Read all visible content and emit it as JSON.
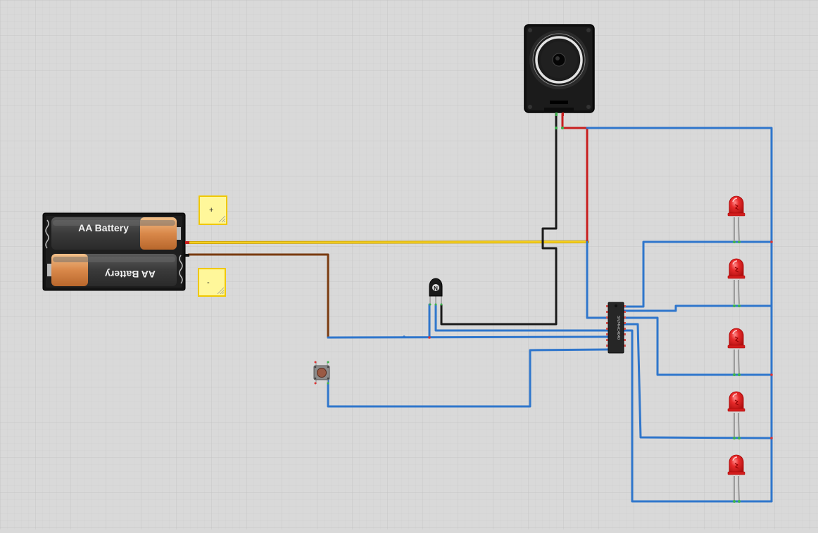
{
  "battery": {
    "cell_top_label": "AA Battery",
    "cell_bottom_label": "AA Battery"
  },
  "notes": {
    "plus_label": "+",
    "minus_label": "-"
  },
  "transistor": {
    "label": "N"
  },
  "ic": {
    "label": "SN74HC4040"
  },
  "colors": {
    "background": "#d9d9d9",
    "grid_minor": "#cfcfcf",
    "grid_major": "#c4c4c4",
    "wire_blue": "#3a7fd1",
    "wire_red": "#c81e1e",
    "wire_black": "#1a1a1a",
    "wire_yellow": "#f1c40f",
    "wire_brown": "#7a3b10",
    "led_red": "#e02020",
    "note_yellow": "#fff79a"
  },
  "leds": [
    {
      "name": "led-1"
    },
    {
      "name": "led-2"
    },
    {
      "name": "led-3"
    },
    {
      "name": "led-4"
    },
    {
      "name": "led-5"
    }
  ]
}
